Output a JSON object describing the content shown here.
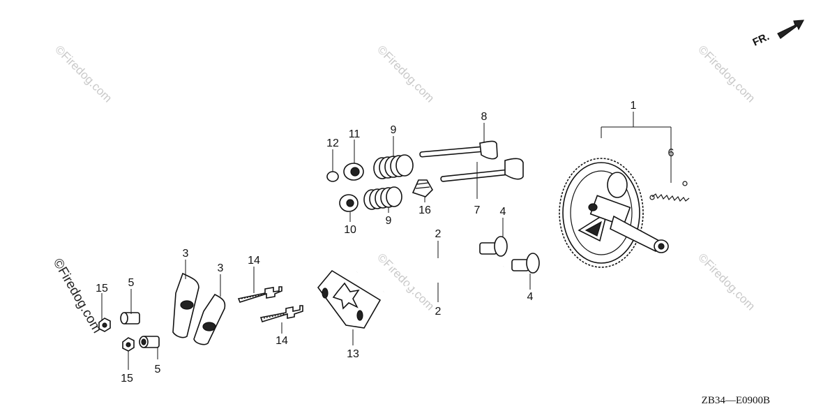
{
  "watermark": {
    "text": "©Firedog.com"
  },
  "orientation": {
    "label": "FR."
  },
  "diagram": {
    "code": "ZB34—E0900B"
  },
  "callouts": {
    "c1": "1",
    "c2a": "2",
    "c2b": "2",
    "c3a": "3",
    "c3b": "3",
    "c4a": "4",
    "c4b": "4",
    "c5a": "5",
    "c5b": "5",
    "c6": "6",
    "c7": "7",
    "c8": "8",
    "c9a": "9",
    "c9b": "9",
    "c10": "10",
    "c11": "11",
    "c12": "12",
    "c13": "13",
    "c14a": "14",
    "c14b": "14",
    "c15a": "15",
    "c15b": "15",
    "c16": "16"
  }
}
